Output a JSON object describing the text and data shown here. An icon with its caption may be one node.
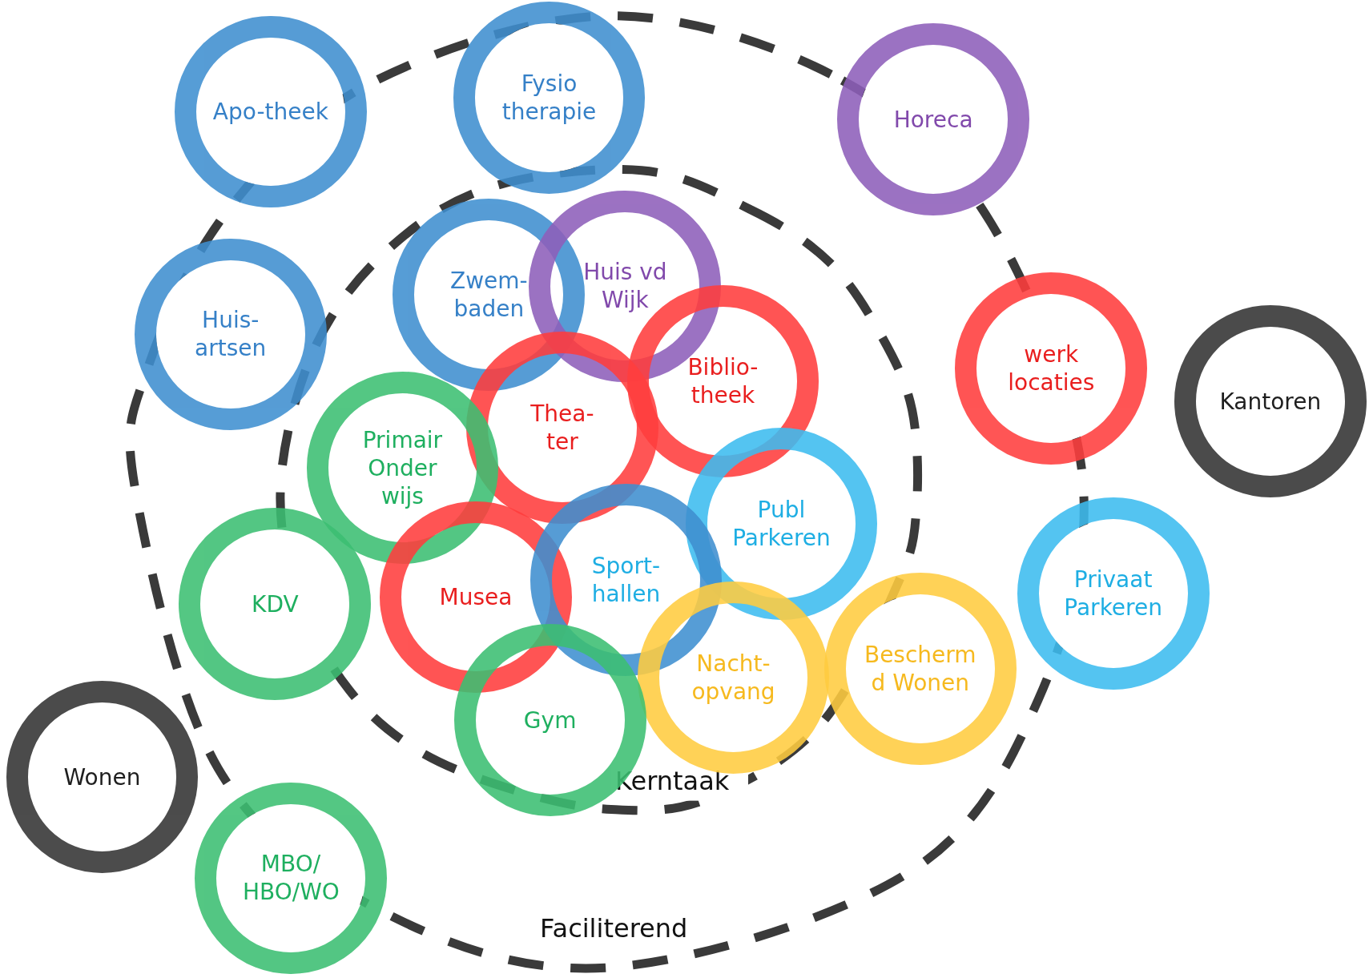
{
  "diagram": {
    "nodes": [
      {
        "text": [
          "Faciliterend"
        ]
      },
      {
        "text": [
          "Kerntaak"
        ],
        "in": 0
      },
      {
        "text": [
          "Apo-theek"
        ]
      },
      {
        "text": [
          "Fysio therapie"
        ]
      },
      {
        "text": [
          "Horeca"
        ]
      },
      {
        "text": [
          "Huis- artsen"
        ],
        "in": 0
      },
      {
        "text": [
          "Zwem- baden"
        ],
        "in": 1
      },
      {
        "text": [
          "Huis vd Wijk"
        ],
        "in": 1
      },
      {
        "text": [
          "werk locaties"
        ]
      },
      {
        "text": [
          "Kantoren"
        ]
      },
      {
        "text": [
          "Biblio- theek"
        ],
        "in": 1
      },
      {
        "text": [
          "Thea- ter"
        ],
        "in": 1
      },
      {
        "text": [
          "Primair Onder wijs"
        ],
        "in": 1
      },
      {
        "text": [
          "Publ Parkeren"
        ],
        "in": 1
      },
      {
        "text": [
          "Privaat Parkeren"
        ]
      },
      {
        "text": [
          "KDV"
        ],
        "in": 0
      },
      {
        "text": [
          "Musea"
        ],
        "in": 1
      },
      {
        "text": [
          "Sport- hallen"
        ],
        "in": 1
      },
      {
        "text": [
          "Nacht- opvang"
        ],
        "in": 1
      },
      {
        "text": [
          "Bescherm d Wonen"
        ],
        "in": 0
      },
      {
        "text": [
          "Gym"
        ],
        "in": 1
      },
      {
        "text": [
          "Wonen"
        ]
      },
      {
        "text": [
          "MBO/ HBO/WO"
        ]
      }
    ]
  }
}
